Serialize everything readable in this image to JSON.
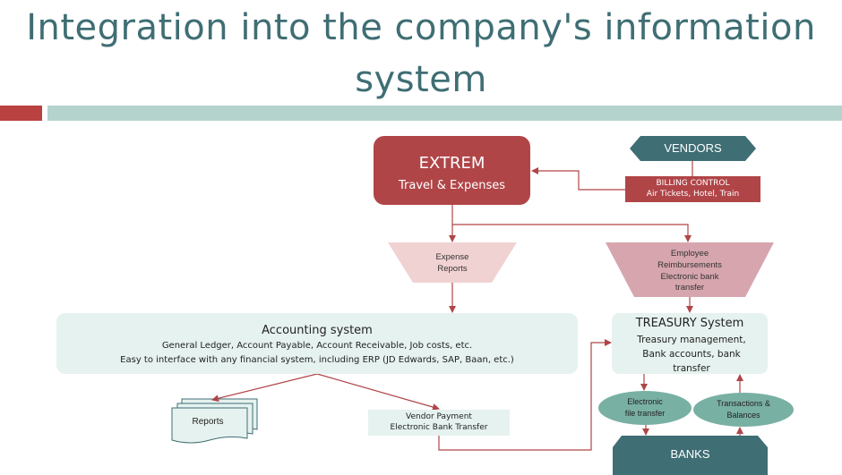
{
  "slide": {
    "title": "Integration into the company's information system"
  },
  "nodes": {
    "extrem": {
      "title": "EXTREM",
      "subtitle": "Travel & Expenses"
    },
    "vendors": {
      "label": "VENDORS"
    },
    "billing": {
      "line1": "BILLING CONTROL",
      "line2": "Air Tickets, Hotel, Train"
    },
    "expense_reports": {
      "line1": "Expense",
      "line2": "Reports"
    },
    "employee_reimbursements": {
      "line1": "Employee",
      "line2": "Reimbursements",
      "line3": "Electronic bank",
      "line4": "transfer"
    },
    "accounting": {
      "title": "Accounting system",
      "line1": "General Ledger, Account Payable, Account Receivable, Job costs, etc.",
      "line2": "Easy to interface with any financial system, including ERP (JD Edwards, SAP, Baan, etc.)"
    },
    "treasury": {
      "title": "TREASURY System",
      "line1": "Treasury management,",
      "line2": "Bank accounts, bank",
      "line3": "transfer"
    },
    "reports": {
      "label": "Reports"
    },
    "vendor_payment": {
      "line1": "Vendor Payment",
      "line2": "Electronic Bank Transfer"
    },
    "electronic_file_transfer": {
      "line1": "Electronic",
      "line2": "file transfer"
    },
    "transactions_balances": {
      "line1": "Transactions &",
      "line2": "Balances"
    },
    "banks": {
      "label": "BANKS"
    }
  },
  "colors": {
    "title": "#3f6e74",
    "dark_red": "#b04548",
    "arrow": "#b04548",
    "dark_teal": "#3f6e74",
    "light_teal": "#e6f2ef",
    "medium_teal": "#79b0a4",
    "pale_pink": "#f1d2d2",
    "dusty_pink": "#d6a5ad"
  }
}
